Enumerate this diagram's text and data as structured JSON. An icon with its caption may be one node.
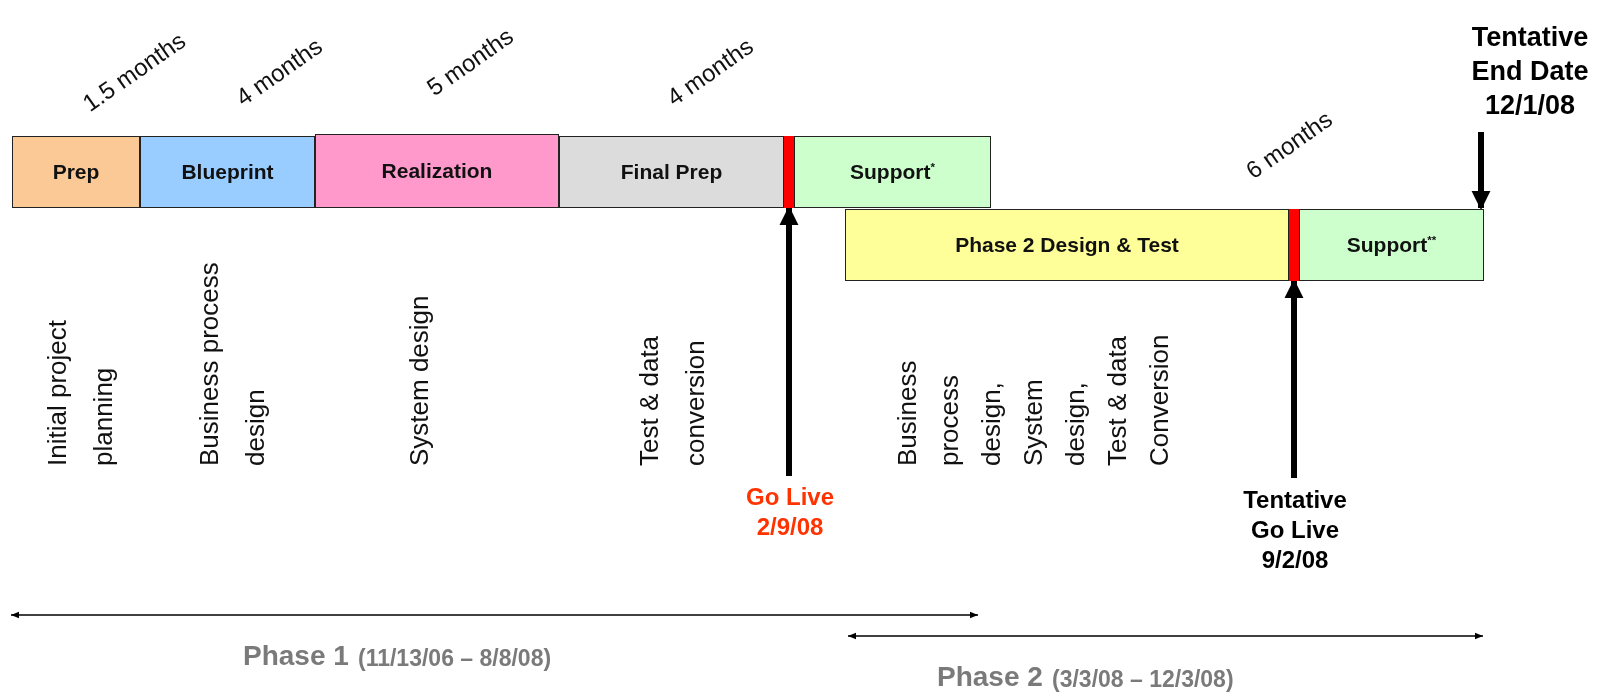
{
  "diagram": {
    "nodes": [
      {
        "text": [
          "Prep"
        ],
        "beside": [
          "1.5 months"
        ]
      },
      {
        "text": [
          "Blueprint"
        ],
        "beside": [
          "4 months"
        ]
      },
      {
        "text": [
          "Realization"
        ],
        "beside": [
          "5 months"
        ]
      },
      {
        "text": [
          "Final Prep"
        ],
        "beside": [
          "4 months"
        ]
      },
      {
        "text": [],
        "shape": "bar"
      },
      {
        "text": [
          "Support$^{*}$"
        ]
      },
      {
        "text": [
          "Phase 2 Design & Test"
        ],
        "beside": [
          "6 months"
        ]
      },
      {
        "text": [],
        "shape": "bar"
      },
      {
        "text": [
          "Support$^{**}$"
        ]
      },
      {
        "text": [
          "Go Live 2/9/08"
        ]
      },
      {
        "text": [
          "Tentative Go Live 9/2/08"
        ]
      },
      {
        "text": [
          "Tentative End Date 12/1/08"
        ]
      }
    ],
    "edges": [
      {
        "from": 9,
        "to": 4,
        "arrow": "to"
      },
      {
        "from": 10,
        "to": 7,
        "arrow": "to"
      },
      {
        "from": 11,
        "to": 8,
        "arrow": "to"
      }
    ],
    "labels": [
      "Initial project planning",
      "Business process design",
      "System design",
      "Test & data conversion",
      "Business process design, System design, Test & data Conversion",
      "Phase 1",
      "(11/13/06 – 8/8/08)",
      "Phase 2",
      "(3/3/08 – 12/3/08)"
    ]
  }
}
